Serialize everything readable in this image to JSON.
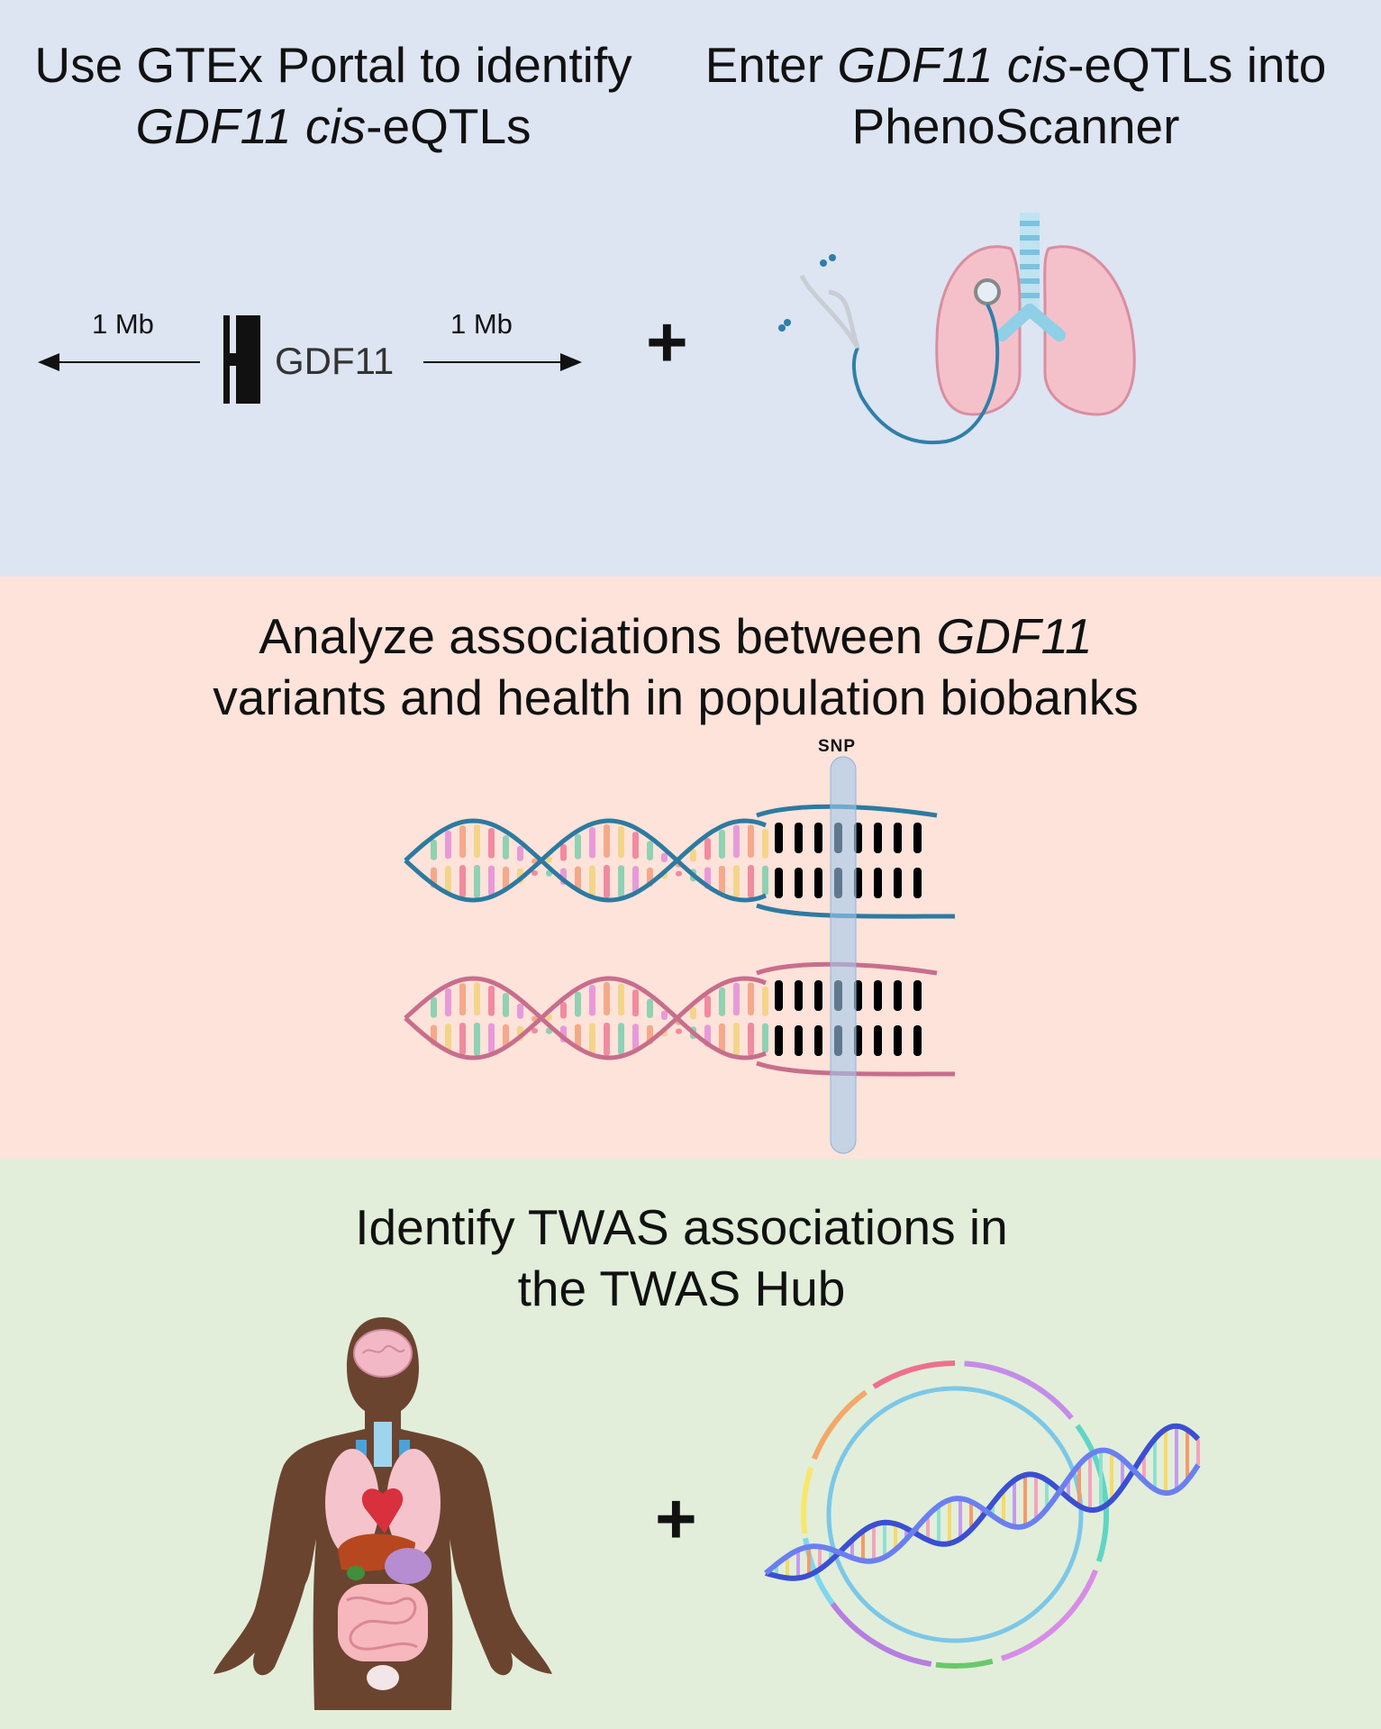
{
  "colors": {
    "top_panel_bg": "#dde4f2",
    "middle_panel_bg": "#fde3da",
    "bottom_panel_bg": "#e2eed9",
    "dna_blue": "#2d7aa0",
    "dna_pink": "#c86e8c",
    "body_brown": "#6b4430"
  },
  "top_panel": {
    "left_title": {
      "line1": "Use GTEx Portal to identify",
      "line2_gene": "GDF11",
      "line2_italic": "cis",
      "line2_rest": "-eQTLs"
    },
    "right_title": {
      "line1_prefix": "Enter ",
      "line1_gene": "GDF11",
      "line1_italic": "cis",
      "line1_rest": "-eQTLs into",
      "line2": "PhenoScanner"
    },
    "gene_diagram": {
      "left_distance": "1 Mb",
      "right_distance": "1 Mb",
      "gene_label": "GDF11"
    },
    "plus": "+",
    "icon": "stethoscope-lungs-icon"
  },
  "middle_panel": {
    "title": {
      "line1_prefix": "Analyze associations between ",
      "line1_gene": "GDF11",
      "line2": "variants and health in population biobanks"
    },
    "snp_label": "SNP",
    "icon": "dna-double-helix-icon"
  },
  "bottom_panel": {
    "title": {
      "line1": "Identify TWAS associations in",
      "line2": "the TWAS Hub"
    },
    "plus": "+",
    "icons": [
      "human-anatomy-icon",
      "circular-genome-dna-icon"
    ]
  }
}
